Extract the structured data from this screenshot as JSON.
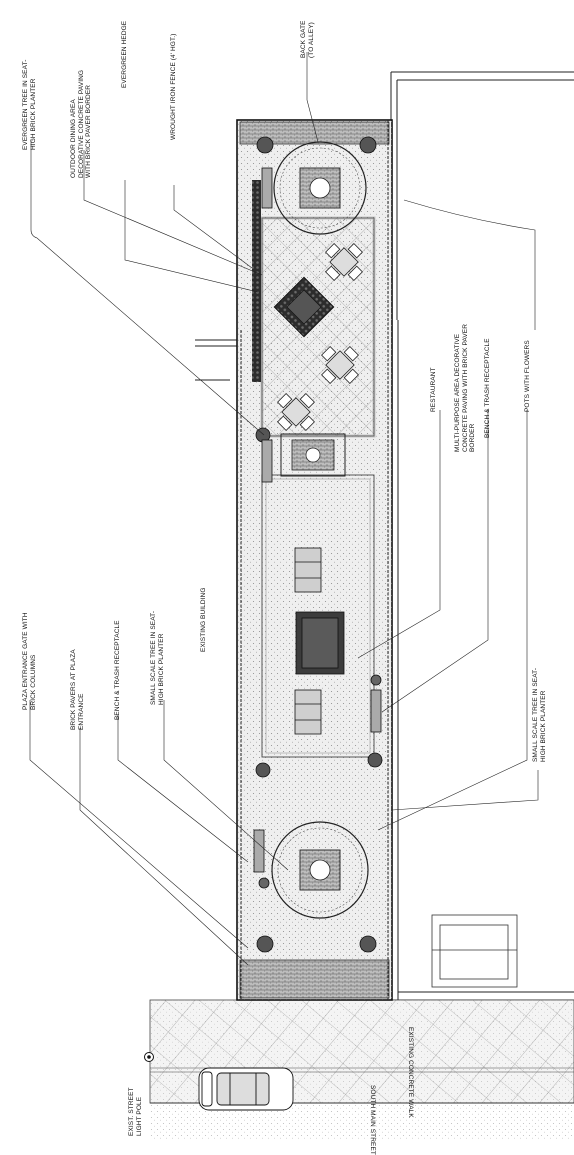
{
  "labels": {
    "evergreen_tree_planter": "EVERGREEN TREE IN SEAT-\nHIGH BRICK PLANTER",
    "outdoor_dining_area": "OUTDOOR DINING AREA\nDECORATIVE CONCRETE PAVING\nWITH BRICK PAVER BORDER",
    "evergreen_hedge": "EVERGREEN HEDGE",
    "wrought_iron_fence": "WROUGHT IRON FENCE (4' HGT.)",
    "back_gate": "BACK GATE\n(TO ALLEY)",
    "restaurant": "RESTAURANT",
    "multi_purpose_area": "MULTI-PURPOSE AREA DECORATIVE\nCONCRETE PAVING WITH BRICK PAVER\nBORDER",
    "bench_trash_right": "BENCH & TRASH RECEPTACLE",
    "pots_with_flowers": "POTS WITH FLOWERS",
    "small_tree_right": "SMALL SCALE TREE IN SEAT-\nHIGH BRICK PLANTER",
    "plaza_entrance_gate": "PLAZA ENTRANCE GATE WITH\nBRICK COLUMNS",
    "brick_pavers_entrance": "BRICK PAVERS AT PLAZA\nENTRANCE",
    "bench_trash_left": "BENCH & TRASH RECEPTACLE",
    "small_tree_left": "SMALL SCALE TREE IN SEAT-\nHIGH BRICK PLANTER",
    "existing_building": "EXISTING BUILDING",
    "existing_concrete_walk": "EXISTING CONCRETE WALK",
    "south_main_street": "SOUTH MAIN STREET",
    "street_light_pole": "EXIST. STREET\nLIGHT POLE"
  },
  "colors": {
    "ink": "#1a1a1a",
    "paving": "#ededed",
    "hedge": "#3a3a3a"
  }
}
